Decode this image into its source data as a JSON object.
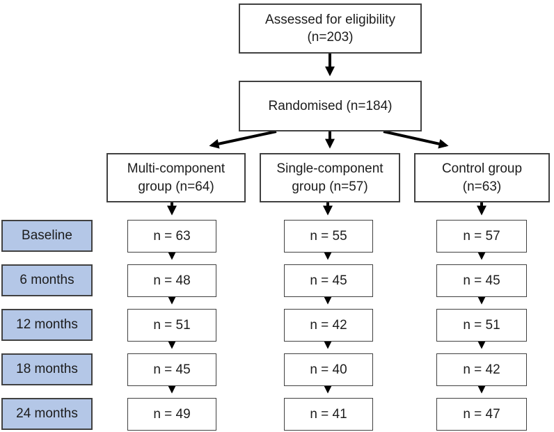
{
  "flow": {
    "assessed": {
      "line1": "Assessed for eligibility",
      "line2": "(n=203)"
    },
    "randomised": {
      "label": "Randomised (n=184)"
    },
    "groups": [
      {
        "line1": "Multi-component",
        "line2": "group (n=64)"
      },
      {
        "line1": "Single-component",
        "line2": "group (n=57)"
      },
      {
        "line1": "Control group",
        "line2": "(n=63)"
      }
    ],
    "stages": [
      "Baseline",
      "6 months",
      "12 months",
      "18 months",
      "24 months"
    ],
    "columns": [
      {
        "name": "Multi-component group",
        "values": [
          "n = 63",
          "n = 48",
          "n = 51",
          "n = 45",
          "n = 49"
        ]
      },
      {
        "name": "Single-component group",
        "values": [
          "n = 55",
          "n = 45",
          "n = 42",
          "n = 40",
          "n = 41"
        ]
      },
      {
        "name": "Control group",
        "values": [
          "n = 57",
          "n = 45",
          "n = 51",
          "n = 42",
          "n = 47"
        ]
      }
    ],
    "colors": {
      "stage_fill": "#b4c7e7",
      "border": "#404040",
      "arrow": "#000000",
      "background": "#ffffff"
    }
  }
}
